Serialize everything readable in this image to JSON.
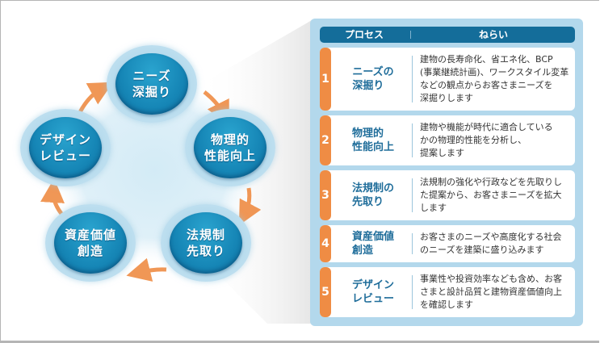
{
  "colors": {
    "node_fill": "#1686b6",
    "node_ring": "#b8dcee",
    "arrow": "#ef8c44",
    "panel_bg": "#b3d8ec",
    "header_bg": "#146d9a",
    "number_tab": "#ef8c44",
    "process_text": "#1f6d9a"
  },
  "cycle": {
    "nodes": [
      {
        "label": "ニーズ\n深掘り"
      },
      {
        "label": "物理的\n性能向上"
      },
      {
        "label": "法規制\n先取り"
      },
      {
        "label": "資産価値\n創造"
      },
      {
        "label": "デザイン\nレビュー"
      }
    ],
    "arrow_icon": "curved-arrow"
  },
  "table": {
    "headers": {
      "process": "プロセス",
      "aim": "ねらい"
    },
    "rows": [
      {
        "num": "1",
        "process": "ニーズの\n深掘り",
        "aim": "建物の長寿命化、省エネ化、BCP\n(事業継続計画)、ワークスタイル変革\nなどの観点からお客さまニーズを\n深掘りします"
      },
      {
        "num": "2",
        "process": "物理的\n性能向上",
        "aim": "建物や機能が時代に適合している\nかの物理的性能を分析し、\n提案します"
      },
      {
        "num": "3",
        "process": "法規制の\n先取り",
        "aim": "法規制の強化や行政などを先取りし\nた提案から、お客さまニーズを拡大\nします"
      },
      {
        "num": "4",
        "process": "資産価値\n創造",
        "aim": "お客さまのニーズや高度化する社会\nのニーズを建築に盛り込みます"
      },
      {
        "num": "5",
        "process": "デザイン\nレビュー",
        "aim": "事業性や投資効率なども含め、お客\nさまと設計品質と建物資産価値向上\nを確認します"
      }
    ]
  }
}
